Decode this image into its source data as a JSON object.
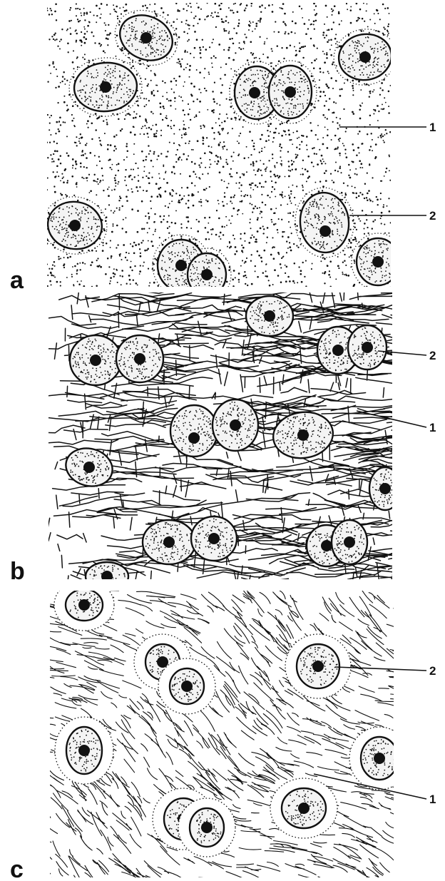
{
  "panels": [
    {
      "id": "a",
      "letter": "a",
      "matrix": "dotted",
      "callouts": [
        {
          "text": "1"
        },
        {
          "text": "2"
        }
      ]
    },
    {
      "id": "b",
      "letter": "b",
      "matrix": "network",
      "callouts": [
        {
          "text": "2"
        },
        {
          "text": "1"
        }
      ]
    },
    {
      "id": "c",
      "letter": "c",
      "matrix": "fibrous",
      "callouts": [
        {
          "text": "2"
        },
        {
          "text": "1"
        }
      ]
    }
  ],
  "colors": {
    "ink": "#111111",
    "cell_fill": "#f4f4f4",
    "background": "#ffffff"
  }
}
